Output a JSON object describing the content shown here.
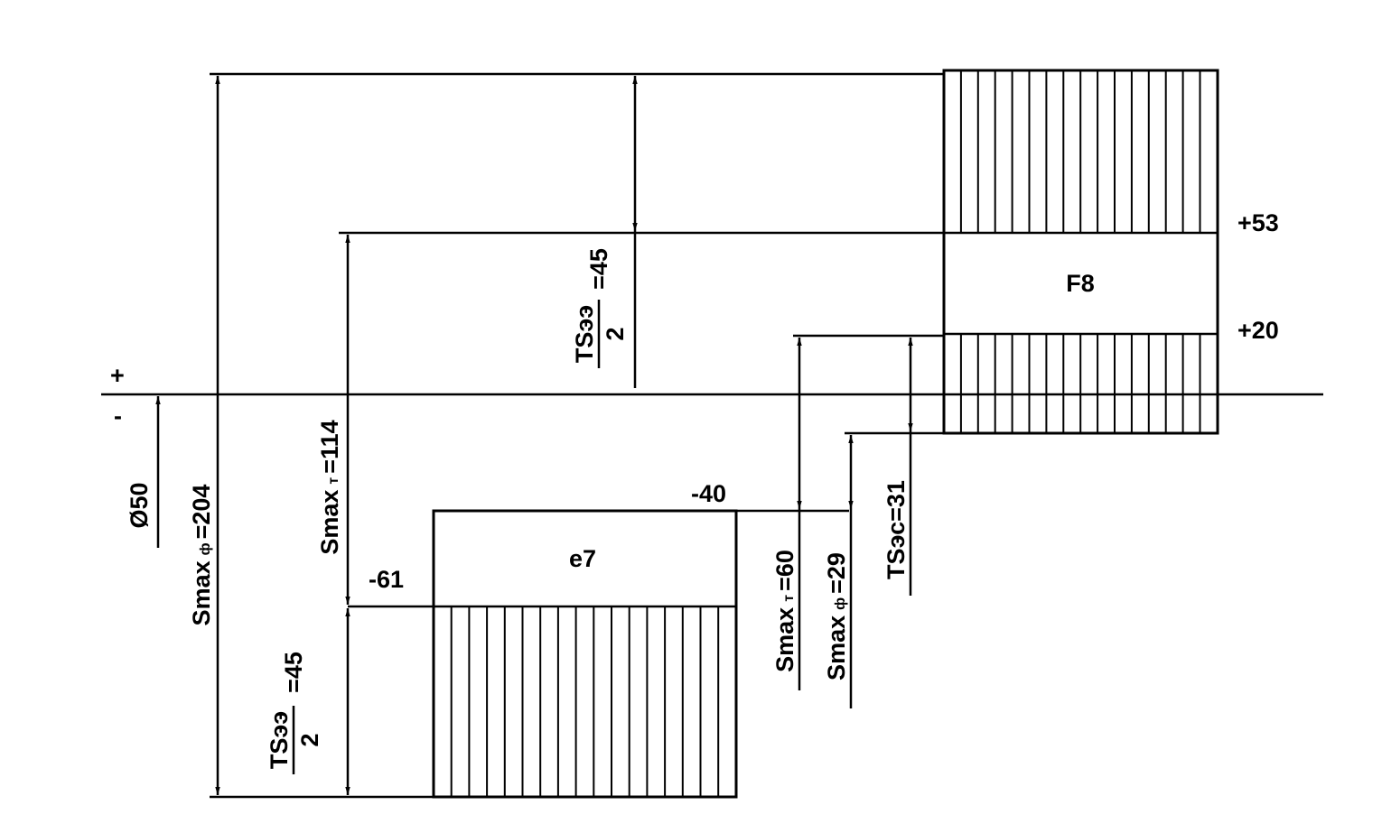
{
  "diagram": {
    "signs": {
      "plus": "+",
      "minus": "-"
    },
    "hole": {
      "label": "F8",
      "upper": "+53",
      "lower": "+20"
    },
    "shaft": {
      "label": "e7",
      "upper": "-40",
      "lower": "-61"
    },
    "nominal": "Ø50",
    "dims": {
      "smax_f_total": {
        "main": "Smax",
        "sub": "ф",
        "value": "=204"
      },
      "smax_t_total": {
        "main": "Smax",
        "sub": "т",
        "value": "=114"
      },
      "ts_half_top": {
        "num": "TSээ",
        "den": "2",
        "value": "=45"
      },
      "ts_half_bottom": {
        "num": "TSээ",
        "den": "2",
        "value": "=45"
      },
      "smax_t_60": {
        "main": "Smax",
        "sub": "т",
        "value": "=60"
      },
      "smax_f_29": {
        "main": "Smax",
        "sub": "ф",
        "value": "=29"
      },
      "ts_ec": {
        "label": "TSэс=31"
      }
    },
    "colors": {
      "ink": "#000000",
      "paper": "#ffffff"
    }
  }
}
